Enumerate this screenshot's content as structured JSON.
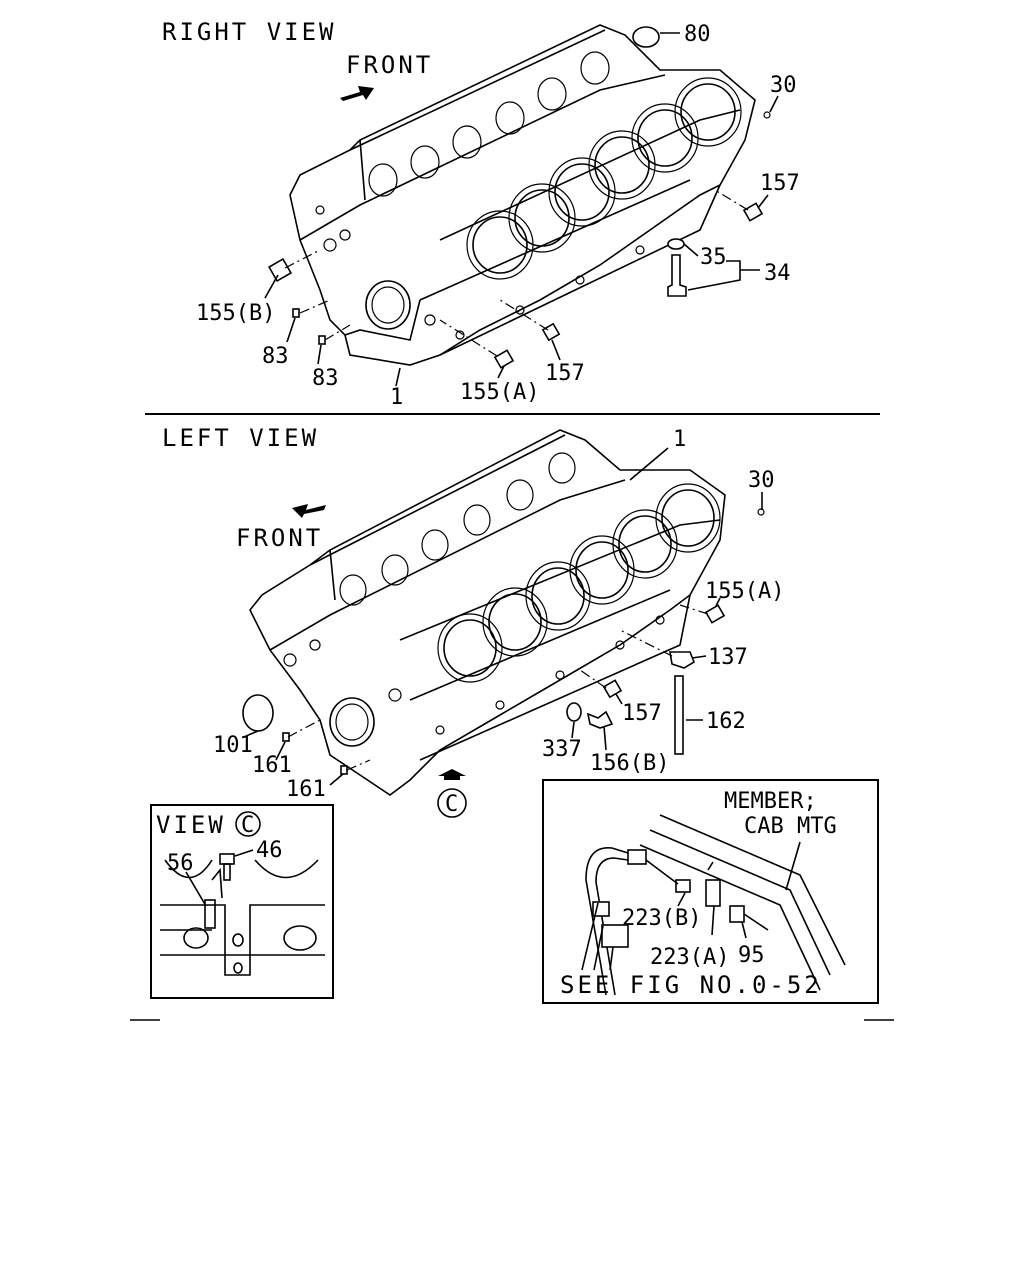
{
  "titles": {
    "right_view": "RIGHT VIEW",
    "left_view": "LEFT VIEW",
    "front_top": "FRONT",
    "front_mid": "FRONT",
    "view_c": "VIEW",
    "c_circle": "C"
  },
  "callouts_right": {
    "p80": "80",
    "p30": "30",
    "p157a": "157",
    "p35": "35",
    "p34": "34",
    "p155b": "155(B)",
    "p83a": "83",
    "p83b": "83",
    "p1": "1",
    "p155a": "155(A)",
    "p157b": "157"
  },
  "callouts_left": {
    "p1": "1",
    "p30": "30",
    "p155a": "155(A)",
    "p137": "137",
    "p157": "157",
    "p162": "162",
    "p337": "337",
    "p156b": "156(B)",
    "p101": "101",
    "p161a": "161",
    "p161b": "161",
    "p_c": "C"
  },
  "view_c_box": {
    "p56": "56",
    "p46": "46"
  },
  "cab_box": {
    "member_line1": "MEMBER;",
    "member_line2": "CAB MTG",
    "p223b": "223(B)",
    "p223a": "223(A)",
    "p95": "95",
    "see_fig": "SEE FIG NO.0-52"
  }
}
